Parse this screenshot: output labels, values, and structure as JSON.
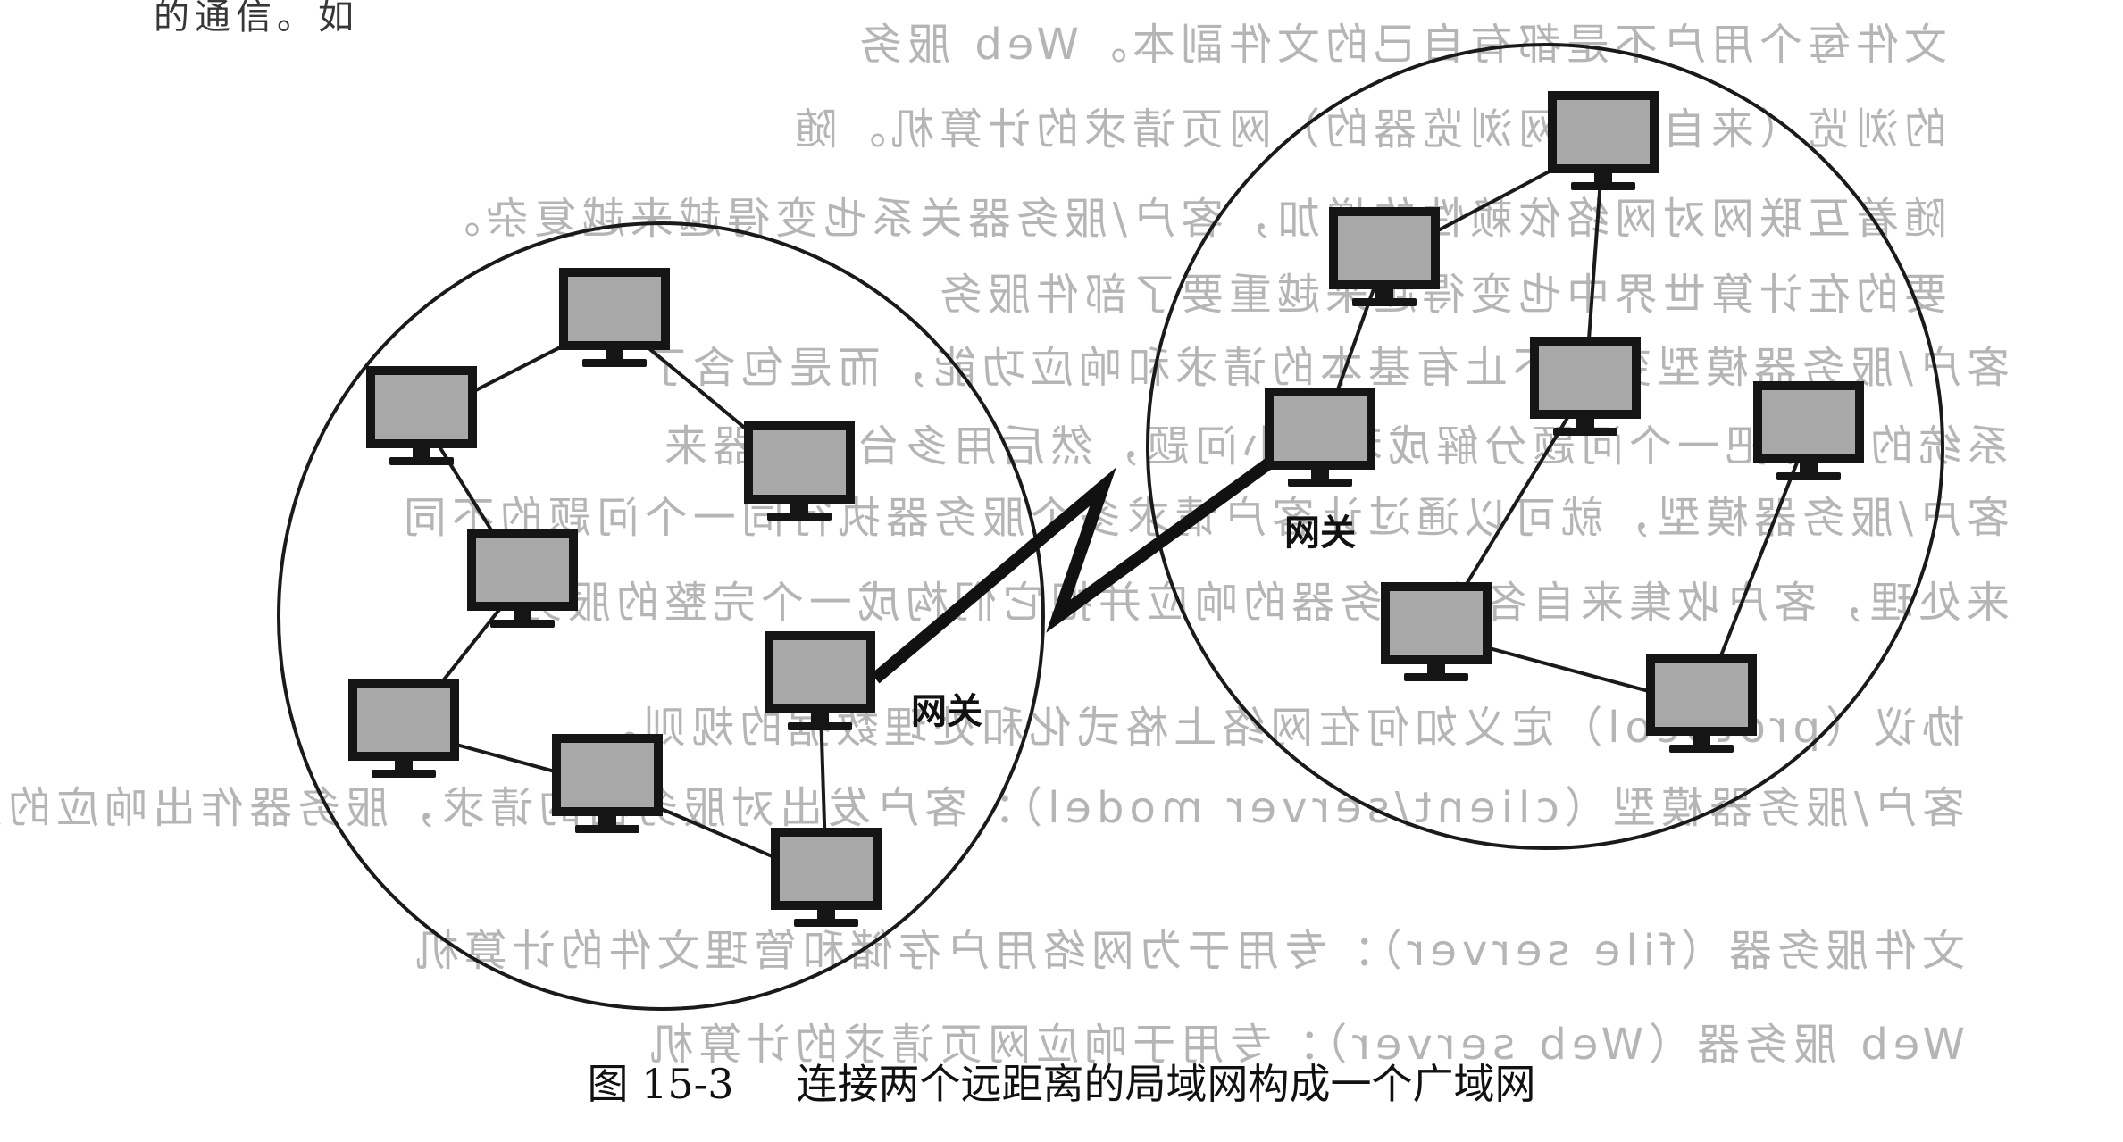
{
  "figure": {
    "number": "图 15-3",
    "caption": "连接两个远距离的局域网构成一个广域网"
  },
  "labels": {
    "gateway_left": "网关",
    "gateway_right": "网关"
  },
  "colors": {
    "screen": "#a8a8a8",
    "bezel": "#151515",
    "line": "#1a1a1a",
    "background": "#ffffff"
  },
  "nodes": {
    "left_lan": [
      "pc-l1",
      "pc-l2",
      "pc-l3",
      "pc-l4",
      "pc-l5",
      "pc-l6",
      "pc-l7",
      "gateway-left"
    ],
    "right_lan": [
      "pc-r1",
      "pc-r2",
      "pc-r3",
      "pc-r4",
      "pc-r5",
      "pc-r6",
      "gateway-right"
    ]
  },
  "links": [
    [
      "pc-l1",
      "pc-l2"
    ],
    [
      "pc-l1",
      "pc-l3"
    ],
    [
      "pc-l2",
      "pc-l4"
    ],
    [
      "pc-l4",
      "pc-l5"
    ],
    [
      "pc-l5",
      "pc-l6"
    ],
    [
      "pc-l6",
      "pc-l7"
    ],
    [
      "pc-l7",
      "gateway-left"
    ],
    [
      "gateway-left",
      "gateway-right"
    ],
    [
      "gateway-right",
      "pc-r2"
    ],
    [
      "pc-r2",
      "pc-r1"
    ],
    [
      "pc-r1",
      "pc-r3"
    ],
    [
      "pc-r3",
      "pc-r4"
    ],
    [
      "pc-r4",
      "pc-r5"
    ],
    [
      "pc-r5",
      "pc-r6"
    ]
  ],
  "background_text": {
    "top_left": "的通信。如",
    "lines": [
      "文件每个用户不是都有自己的文件副本。Web 服务",
      "的浏览（来自客户网浏览器的）网页请求的计算机。随",
      "随着互联网对网络依赖性的增加，客户/服务器关系也变得越来越复杂。",
      "要的在计算世界中也变得越来越重要了部件服务",
      "客户/服务器模型变得不止有基本的请求和响应功能，而是包含了",
      "系统的整体把一个问题分解成若干小问题，然后用多台服务器来",
      "客户/服务器模型，就可以通过让客户请求多个服务器执行同一个问题的不同",
      "来处理，客户收集来自各个服务器的响应并把它们构成一个完整的服务",
      "协议（protocol）定义如何在网络上格式化和处理数据的规则。",
      "客户/服务器模型（client/server model）：客户发出对服务器的请求，服务器作出响应的方式",
      "文件服务器（file server）：专用于为网络用户存储和管理文件的计算机",
      "Web 服务器（Web server）：专用于响应网页请求的计算机"
    ]
  }
}
